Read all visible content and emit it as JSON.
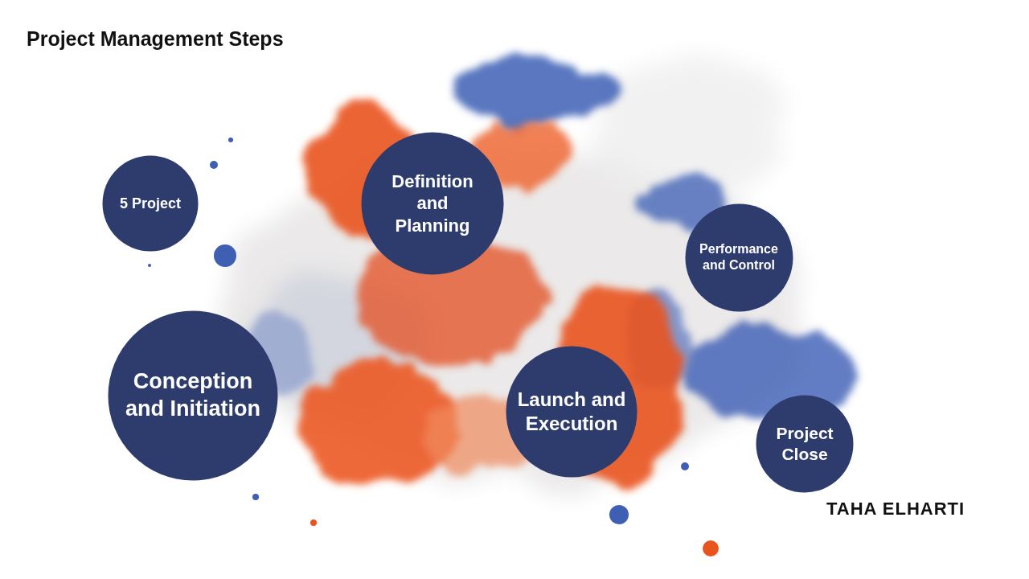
{
  "diagram": {
    "title": "Project Management Steps",
    "nodes": [
      {
        "text": [
          "5 Project"
        ]
      },
      {
        "text": [
          "Definition and Planning"
        ]
      },
      {
        "text": [
          "Performance and Control"
        ]
      },
      {
        "text": [
          "Conception and Initiation"
        ]
      },
      {
        "text": [
          "Launch and Execution"
        ]
      },
      {
        "text": [
          "Project Close"
        ]
      }
    ],
    "labels": [
      "TAHA ELHARTI"
    ]
  }
}
